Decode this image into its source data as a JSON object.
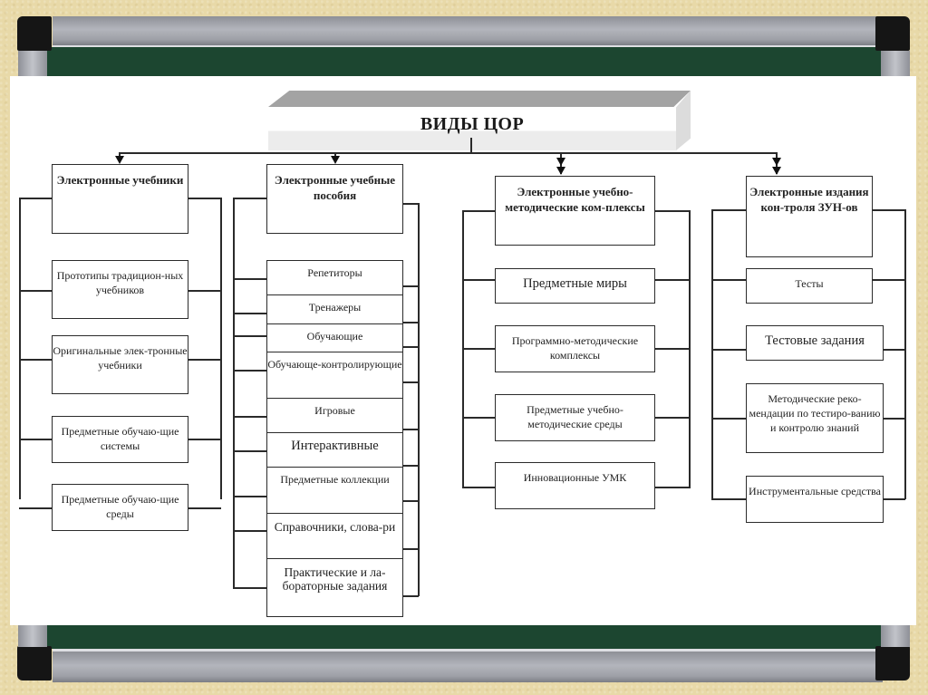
{
  "title": "ВИДЫ ЦОР",
  "colors": {
    "board_green": "#1c4630",
    "frame_gray": "#a5a7ae",
    "background": "#e8d9a8",
    "line": "#2a2a2a"
  },
  "columns": [
    {
      "header": "Электронные учебники",
      "items": [
        "Прототипы традицион-ных учебников",
        "Оригинальные элек-тронные учебники",
        "Предметные обучаю-щие системы",
        "Предметные обучаю-щие среды"
      ]
    },
    {
      "header": "Электронные учебные пособия",
      "items": [
        "Репетиторы",
        "Тренажеры",
        "Обучающие",
        "Обучающе-контролирующие",
        "Игровые",
        "Интерактивные",
        "Предметные коллекции",
        "Справочники, слова-ри",
        "Практические и ла-бораторные задания"
      ]
    },
    {
      "header": "Электронные учебно-методические ком-плексы",
      "items": [
        "Предметные миры",
        "Программно-методические комплексы",
        "Предметные учебно-методические среды",
        "Инновационные УМК"
      ]
    },
    {
      "header": "Электронные издания кон-троля ЗУН-ов",
      "items": [
        "Тесты",
        "Тестовые задания",
        "Методические реко-мендации по тестиро-ванию и контролю знаний",
        "Инструментальные средства"
      ]
    }
  ]
}
